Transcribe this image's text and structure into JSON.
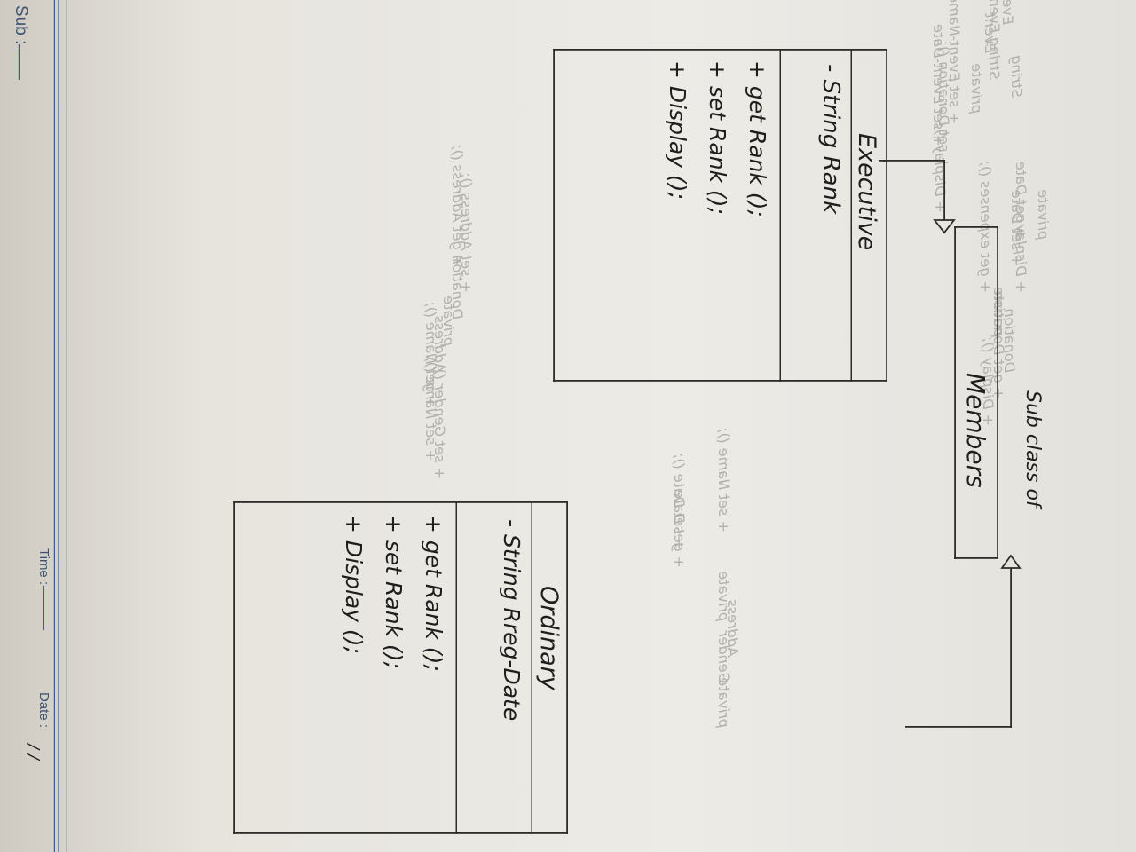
{
  "notebook": {
    "sub_label": "Sub :",
    "date_label": "Date :",
    "date_slashes": "/ /",
    "time_label": "Time :",
    "rule_color": "#3f5c8a"
  },
  "diagram": {
    "title": "Sub class of",
    "superclass": "Members",
    "classes": [
      {
        "name": "Executive",
        "attributes": [
          "- String Rank"
        ],
        "methods": [
          "+ get Rank ();",
          "+ set Rank ();",
          "+ Display ();"
        ]
      },
      {
        "name": "Ordinary",
        "attributes": [
          "- String Rreg-Date"
        ],
        "methods": [
          "+ get Rank ();",
          "+ set Rank ();",
          "+ Display ();"
        ]
      }
    ],
    "ink_color": "#1f1e1d",
    "ghost_color": "#b3b1ac"
  },
  "bleed_through": [
    "Event",
    "Event",
    "String Event",
    "String",
    "private",
    "private",
    "+ get Date",
    "+ set Date",
    "+ Display",
    "+ get expenses ();",
    "+ set Event-Name",
    "+ set Event-Date",
    "+ set Donation ();",
    "+ Display ();",
    "private",
    "Donation",
    "+ get Donation",
    "+ Display ();",
    "+ get Address ();",
    "+ set Address ();",
    "Donation",
    "private",
    "Address",
    "+ get Name ();",
    "+ set Name ();",
    "+ set Gender ();",
    "+ set Name ();",
    "+ set Date ();",
    "+ get Date",
    "private",
    "Address",
    "Gender",
    "private"
  ]
}
